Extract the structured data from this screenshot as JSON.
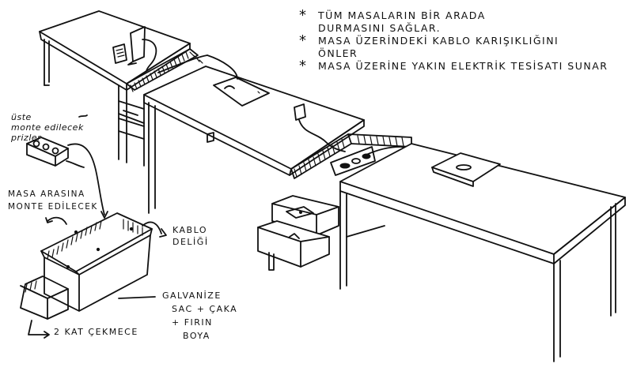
{
  "sketch": {
    "title": "Office desk cable management concept sketch",
    "notes": [
      "TÜM MASALARIN BİR ARADA DURMASINI SAĞLAR.",
      "MASA ÜZERİNDEKİ KABLO KARIŞIKLIĞINI ÖNLER",
      "MASA ÜZERİNE YAKIN ELEKTRİK TESİSATI SUNAR"
    ],
    "notes_lines": {
      "n1a": "TÜM MASALARIN BİR ARADA",
      "n1b": "DURMASINI SAĞLAR.",
      "n2a": "MASA ÜZERİNDEKİ KABLO KARIŞIKLIĞINI",
      "n2b": "ÖNLER",
      "n3a": "MASA ÜZERİNE YAKIN ELEKTRİK TESİSATI SUNAR",
      "bullet": "*"
    },
    "labels": {
      "priz_1": "üste",
      "priz_2": "monte edilecek",
      "priz_3": "prizler",
      "masa_1": "MASA ARASINA",
      "masa_2": "MONTE EDİLECEK",
      "kablo_1": "KABLO",
      "kablo_2": "DELİĞİ",
      "galv_1": "GALVANİZE",
      "galv_2": "SAC + ÇAKA",
      "galv_3": "+ FIRIN",
      "galv_4": "BOYA",
      "cekmece": "2 KAT ÇEKMECE"
    },
    "ink_color": "#111111",
    "paper_color": "#ffffff"
  }
}
